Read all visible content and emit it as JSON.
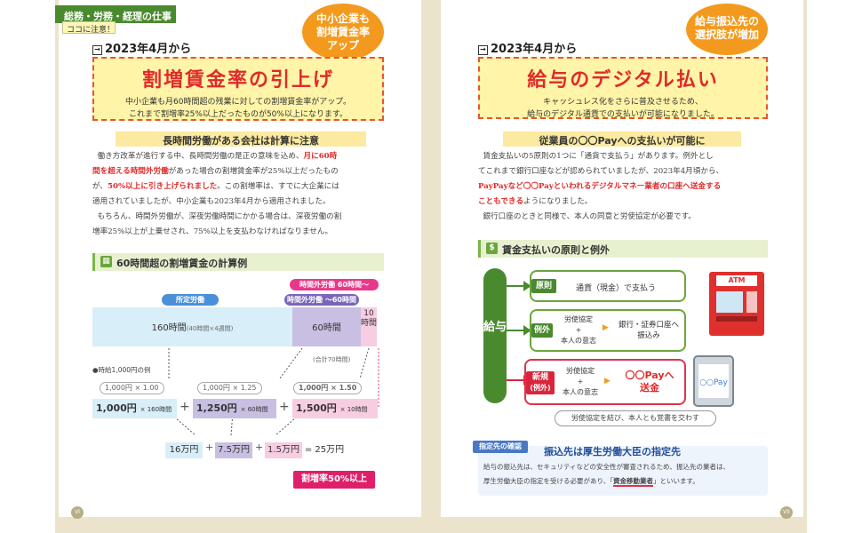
{
  "header": {
    "category": "総務・労務・経理の仕事",
    "note": "ココに注意！"
  },
  "left": {
    "from": "2023年4月から",
    "badge": [
      "中小企業も",
      "割増賃金率",
      "アップ"
    ],
    "title": "割増賃金率の引上げ",
    "desc": [
      "中小企業も月60時間超の残業に対しての割増賃金率がアップ。",
      "これまで割増率25%以上だったものが50%以上になります。"
    ],
    "subheading": "長時間労働がある会社は計算に注意",
    "body": {
      "l1": "働き方改革が進行する中、長時間労働の是正の意味を込め、",
      "l1_red": "月に60時",
      "l2_red": "間を超える時間外労働",
      "l2": "があった場合の割増賃金率が25%以上だったもの",
      "l3a": "が、",
      "l3_red": "50%以上に引き上げられました",
      "l3b": "。この割増率は、すでに大企業には",
      "l4": "適用されていましたが、中小企業も2023年4月から適用されました。",
      "l5": "もちろん、時間外労働が、深夜労働時間にかかる場合は、深夜労働の割",
      "l6": "増率25%以上が上乗せされ、75%以上を支払わなければなりません。"
    },
    "calc": {
      "title": "60時間超の割増賃金の計算例",
      "pill_over60": "時間外労働 60時間〜",
      "pill_regular": "所定労働",
      "pill_overtime": "時間外労働 〜60時間",
      "bar_160": "160時間",
      "bar_160_note": "(40時間×4週間)",
      "bar_60": "60時間",
      "bar_10": "10時間",
      "total_note": "(合計70時間)",
      "wage_note": "●時給1,000円の例",
      "mult1": "1,000円 × 1.00",
      "mult2": "1,000円 × 1.25",
      "mult3": "1,000円 × 1.50",
      "calc1": "1,000円",
      "calc1_note": "× 160時間",
      "calc2": "1,250円",
      "calc2_note": "× 60時間",
      "calc3": "1,500円",
      "calc3_note": "× 10時間",
      "plus": "+",
      "res1": "16万円",
      "res2": "7.5万円",
      "res3": "1.5万円",
      "total": "= 25万円",
      "red_label": "割増率50%以上"
    },
    "page_number": "VI"
  },
  "right": {
    "from": "2023年4月から",
    "badge": [
      "給与振込先の",
      "選択肢が増加"
    ],
    "title": "給与のデジタル払い",
    "desc": [
      "キャッシュレス化をさらに普及させるため、",
      "給与のデジタル通貨での支払いが可能になりました。"
    ],
    "subheading": "従業員の〇〇Payへの支払いが可能に",
    "body": {
      "l1": "賃金支払いの5原則の1つに「通貨で支払う」があります。例外とし",
      "l2": "てこれまで銀行口座などが認められていましたが、2023年4月頃から、",
      "l3_red": "PayPayなど〇〇Payといわれるデジタルマネー業者の口座へ送金する",
      "l4_red": "こともできる",
      "l4": "ようになりました。",
      "l5": "銀行口座のときと同様で、本人の同意と労使協定が必要です。"
    },
    "principle": {
      "title": "賃金支払いの原則と例外",
      "salary": "給与",
      "gensoku": "原則",
      "gensoku_text": "通貨（現金）で支払う",
      "reigai": "例外",
      "reigai_cond": [
        "労使協定",
        "+",
        "本人の意志"
      ],
      "reigai_result": [
        "銀行・証券口座へ",
        "振込み"
      ],
      "shinki": [
        "新規",
        "(例外)"
      ],
      "shinki_cond": [
        "労使協定",
        "+",
        "本人の意志"
      ],
      "shinki_result": [
        "〇〇Payへ",
        "送金"
      ],
      "note": "労使協定を結び、本人とも覚書を交わす",
      "atm": "ATM",
      "pay": "○○Pay"
    },
    "designation": {
      "tag": "指定先の確認",
      "title": "振込先は厚生労働大臣の指定先",
      "l1": "給与の振込先は、セキュリティなどの安全性が審査されるため、振込先の業者は、",
      "l2a": "厚生労働大臣の指定を受ける必要があり、「",
      "l2_mark": "資金移動業者",
      "l2b": "」といいます。"
    },
    "page_number": "VII"
  }
}
